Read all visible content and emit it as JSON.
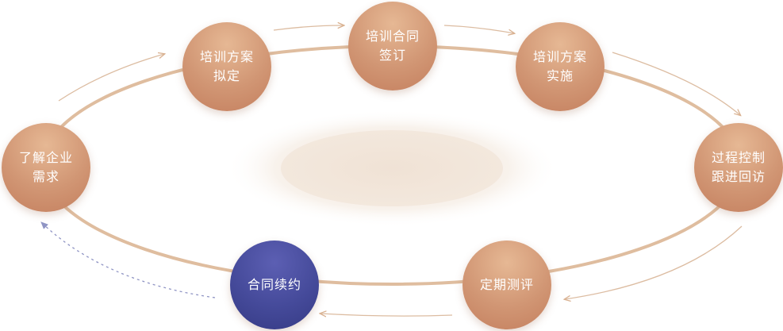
{
  "nodes": [
    {
      "id": "understand",
      "label": "了解企业需求",
      "style": "warm"
    },
    {
      "id": "plan",
      "label": "培训方案拟定",
      "style": "warm"
    },
    {
      "id": "contract",
      "label": "培训合同签订",
      "style": "warm"
    },
    {
      "id": "implement",
      "label": "培训方案实施",
      "style": "warm"
    },
    {
      "id": "followup",
      "label": "过程控制跟进回访",
      "style": "warm"
    },
    {
      "id": "evaluate",
      "label": "定期测评",
      "style": "warm"
    },
    {
      "id": "renew",
      "label": "合同续约",
      "style": "active"
    }
  ],
  "colors": {
    "ring": "#dfbd9f",
    "arrow": "#d9b08f",
    "node_warm": "#d19674",
    "node_active": "#454a9a",
    "return_arrow": "#8f94c4",
    "center_glow": "#f1e6db"
  }
}
